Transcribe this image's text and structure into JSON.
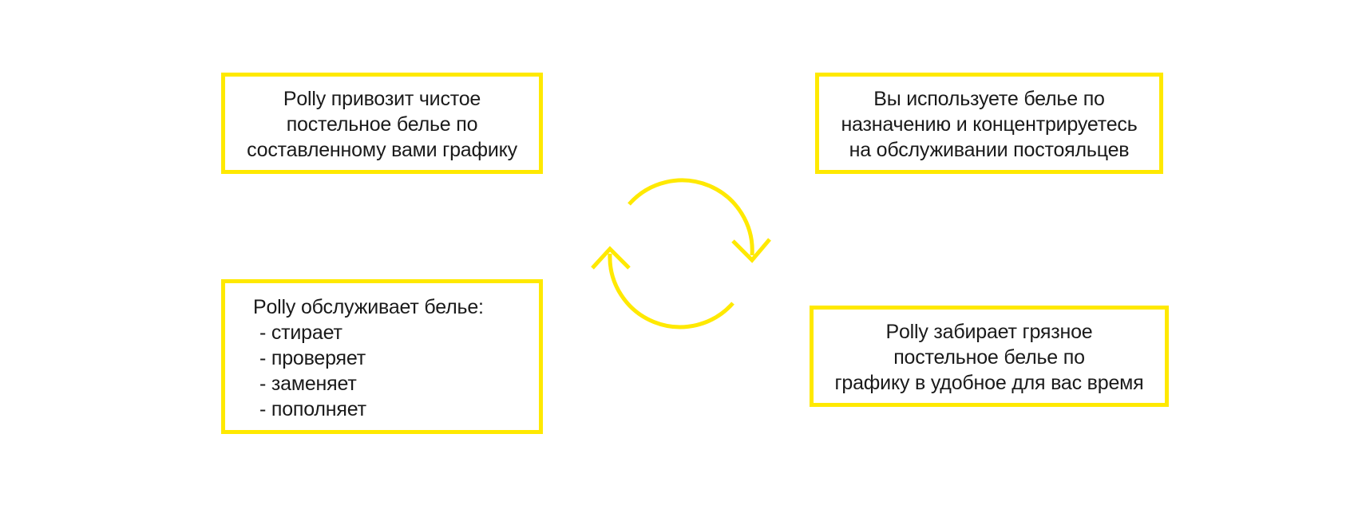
{
  "colors": {
    "accent": "#ffe900",
    "text": "#1a1a1a",
    "background": "#ffffff"
  },
  "steps": {
    "top_left": {
      "lines": [
        {
          "prefix": "Polly ",
          "bold": "привозит чистое",
          "suffix": ""
        },
        {
          "prefix": "",
          "bold": "постельное белье",
          "suffix": " по"
        },
        {
          "prefix": "составленному вами графику",
          "bold": "",
          "suffix": ""
        }
      ]
    },
    "top_right": {
      "lines": [
        {
          "prefix": "Вы ",
          "bold": "используете белье",
          "suffix": " по"
        },
        {
          "prefix": "назначению и концентрируетесь",
          "bold": "",
          "suffix": ""
        },
        {
          "prefix": "на обслуживании постояльцев",
          "bold": "",
          "suffix": ""
        }
      ]
    },
    "bottom_right": {
      "lines": [
        {
          "prefix": "Polly ",
          "bold": "забирает грязное",
          "suffix": ""
        },
        {
          "prefix": "",
          "bold": "постельное белье",
          "suffix": " по"
        },
        {
          "prefix": "графику в удобное для вас время",
          "bold": "",
          "suffix": ""
        }
      ]
    },
    "bottom_left": {
      "lines": [
        {
          "prefix": "Polly ",
          "bold": "обслуживает белье",
          "suffix": ":"
        }
      ],
      "list": [
        "- стирает",
        "- проверяет",
        "- заменяет",
        "- пополняет"
      ]
    }
  },
  "cycle": {
    "icon": "cycle-arrows-icon",
    "direction": "clockwise"
  }
}
